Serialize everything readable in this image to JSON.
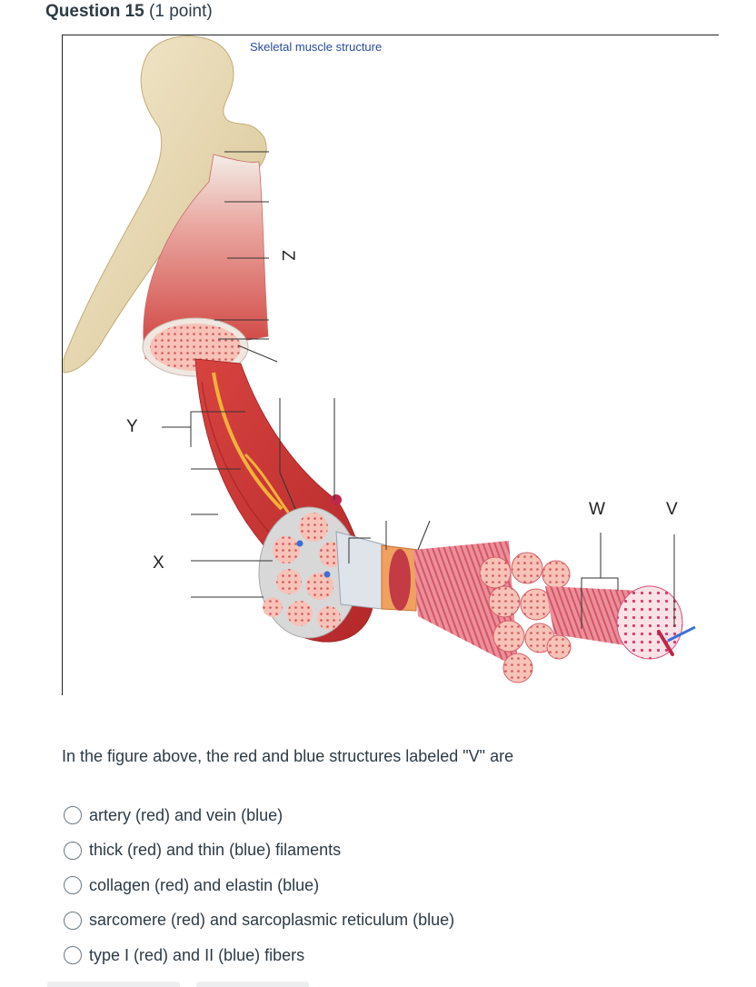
{
  "question": {
    "title": "Question 15",
    "points": "(1 point)"
  },
  "figure": {
    "title": "Skeletal muscle structure",
    "labels": {
      "z": "Z",
      "y": "Y",
      "x": "X",
      "w": "W",
      "v": "V"
    },
    "colors": {
      "bone": "#e8d9b0",
      "muscle": "#d9534f",
      "tendon": "#f1eee8",
      "nerve": "#f3b13a",
      "fascicle": "#f7b9ae",
      "vein": "#3b6fd6",
      "artery": "#c0264a"
    }
  },
  "prompt": "In the figure above, the red and blue structures labeled \"V\" are",
  "answers": [
    {
      "label": "artery (red) and vein (blue)"
    },
    {
      "label": "thick (red) and thin (blue) filaments"
    },
    {
      "label": "collagen (red) and elastin (blue)"
    },
    {
      "label": "sarcomere (red) and sarcoplasmic reticulum (blue)"
    },
    {
      "label": "type I (red) and II (blue) fibers"
    }
  ]
}
